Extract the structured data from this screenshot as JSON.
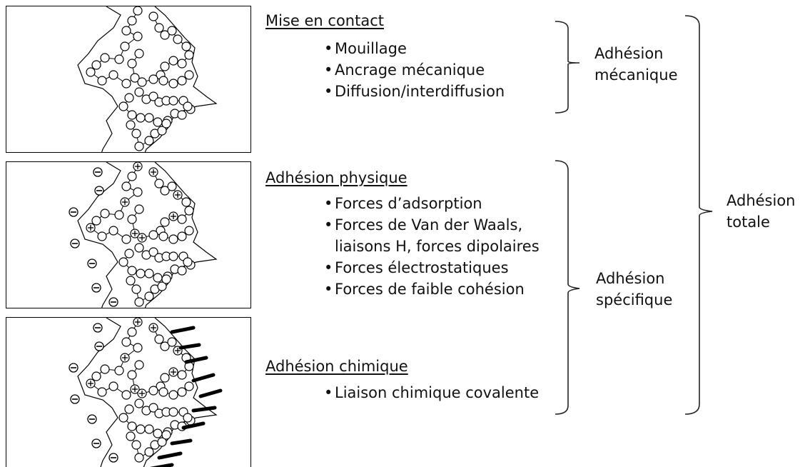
{
  "sections": {
    "contact": {
      "heading": "Mise en contact",
      "items": [
        "Mouillage",
        "Ancrage mécanique",
        "Diffusion/interdiffusion"
      ]
    },
    "physical": {
      "heading": "Adhésion physique",
      "items": [
        "Forces d’adsorption",
        "Forces de Van der Waals,",
        "liaisons H, forces dipolaires",
        "Forces électrostatiques",
        "Forces de faible cohésion"
      ]
    },
    "chemical": {
      "heading": "Adhésion chimique",
      "items": [
        "Liaison chimique covalente"
      ]
    }
  },
  "groups": {
    "mechanical": {
      "line1": "Adhésion",
      "line2": "mécanique"
    },
    "specific": {
      "line1": "Adhésion",
      "line2": "spécifique"
    },
    "total": {
      "line1": "Adhésion",
      "line2": "totale"
    }
  },
  "symbols": {
    "bullet": "•"
  }
}
